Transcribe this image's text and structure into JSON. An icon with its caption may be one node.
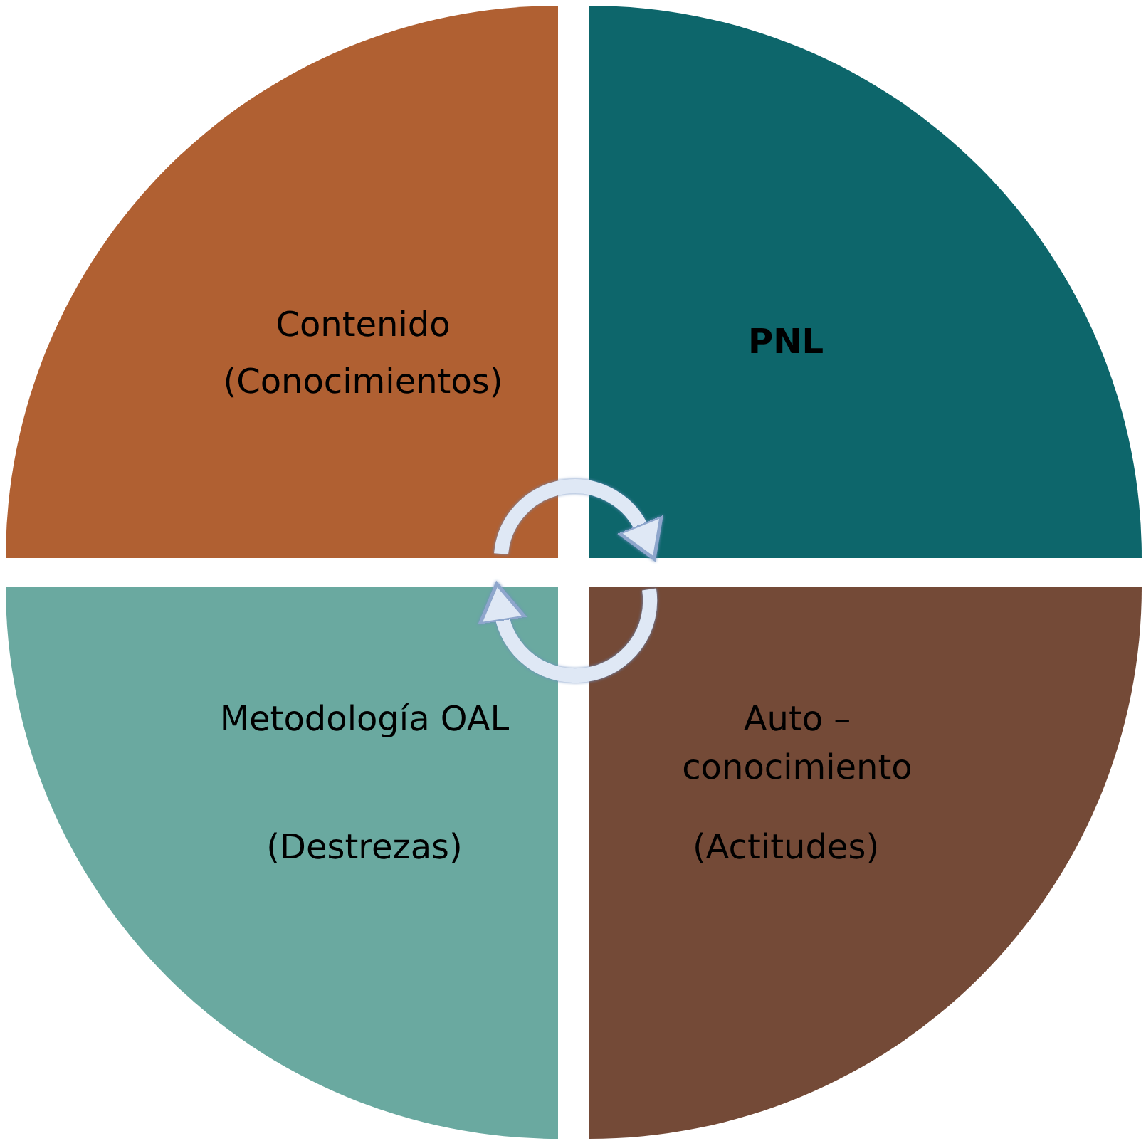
{
  "diagram": {
    "nodes": [
      {
        "text": [
          "Contenido",
          "(Conocimientos)"
        ]
      },
      {
        "text": [
          "PNL"
        ]
      },
      {
        "text": [
          "Metodología OAL",
          "(Destrezas)"
        ]
      },
      {
        "text": [
          "Auto – conocimiento",
          "(Actitudes)"
        ]
      }
    ],
    "edges": [
      {
        "from": 0,
        "to": 1,
        "arrow": "to"
      },
      {
        "from": 3,
        "to": 2,
        "arrow": "to"
      }
    ]
  }
}
